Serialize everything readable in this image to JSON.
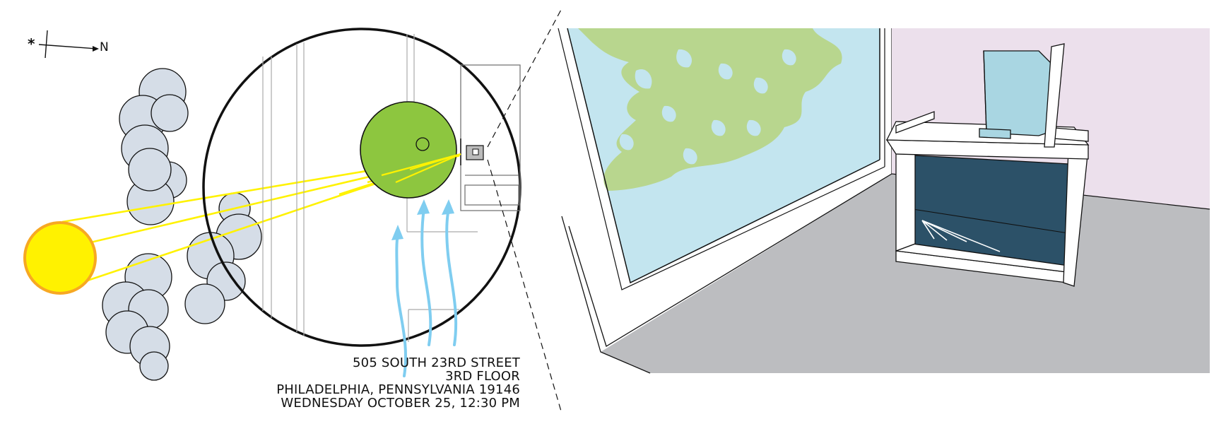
{
  "compass": {
    "north_label": "N",
    "marker": "*"
  },
  "address": {
    "street": "505 SOUTH 23RD STREET",
    "floor": "3RD FLOOR",
    "city": "PHILADELPHIA, PENNSYLVANIA 19146",
    "datetime": "WEDNESDAY OCTOBER 25, 12:30 PM"
  },
  "colors": {
    "sun_fill": "#fff200",
    "sun_stroke": "#f7a823",
    "cloud": "#d5dde7",
    "tree": "#8dc63f",
    "sky": "#c3e5ef",
    "foliage": "#b8d68e",
    "wall": "#ece0ec",
    "floor": "#bcbdc0",
    "box_inside": "#2c5168",
    "airflow": "#7fcdf0",
    "sunray": "#fff200",
    "book": "#a9d6e2"
  }
}
